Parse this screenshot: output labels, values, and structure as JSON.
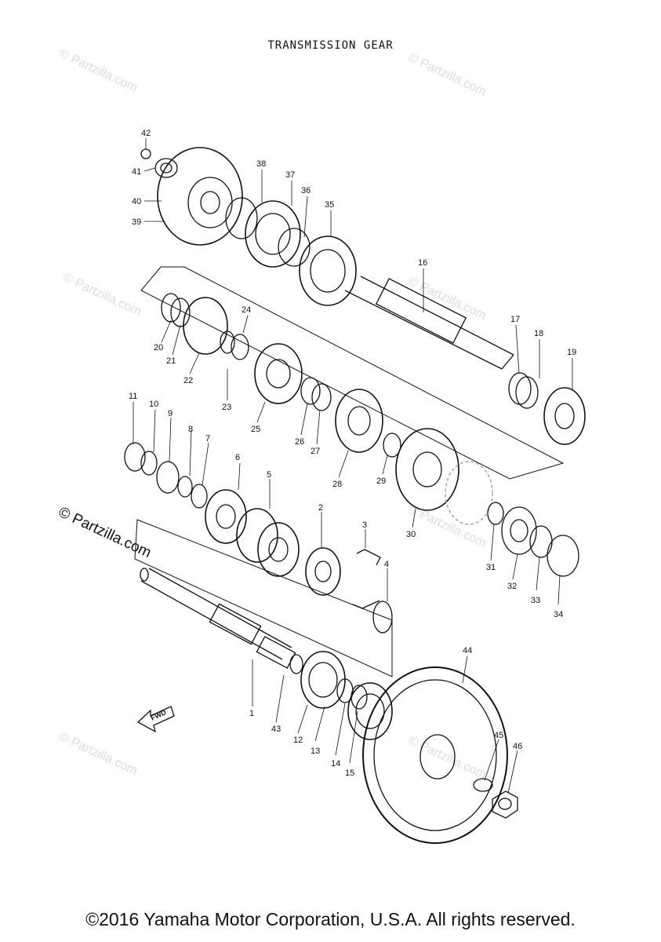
{
  "title": "TRANSMISSION GEAR",
  "watermark": "© Partzilla.com",
  "watermark_prominent": "© Partzilla.com",
  "copyright": "©2016 Yamaha Motor Corporation, U.S.A. All rights reserved.",
  "direction_label": "FWD",
  "part_numbers": [
    "1",
    "2",
    "3",
    "4",
    "5",
    "6",
    "7",
    "8",
    "9",
    "10",
    "11",
    "12",
    "13",
    "14",
    "15",
    "16",
    "17",
    "18",
    "19",
    "20",
    "21",
    "22",
    "23",
    "24",
    "25",
    "26",
    "27",
    "28",
    "29",
    "30",
    "31",
    "32",
    "33",
    "34",
    "35",
    "36",
    "37",
    "38",
    "39",
    "40",
    "41",
    "42",
    "43",
    "44",
    "45",
    "46"
  ],
  "colors": {
    "ink": "#111111",
    "watermark": "#dcdcdc",
    "background": "#ffffff"
  }
}
